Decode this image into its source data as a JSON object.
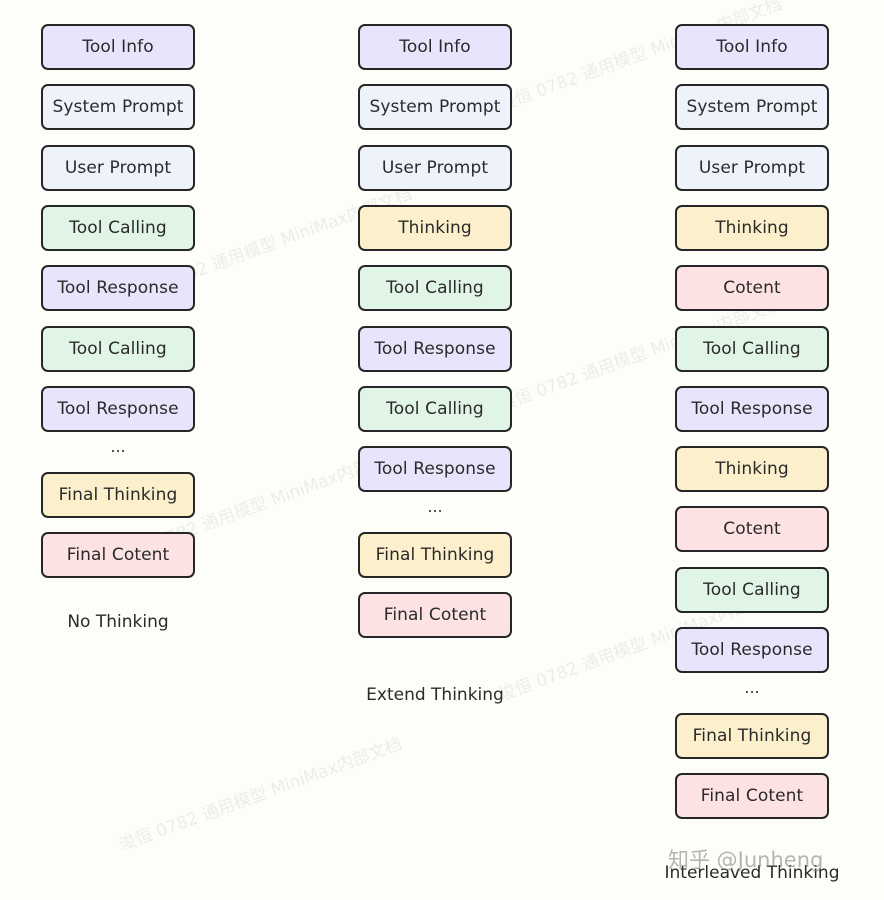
{
  "columns": [
    {
      "caption": "No Thinking",
      "items": [
        {
          "label": "Tool Info",
          "type": "tool-info"
        },
        {
          "label": "System Prompt",
          "type": "prompt"
        },
        {
          "label": "User Prompt",
          "type": "prompt"
        },
        {
          "label": "Tool Calling",
          "type": "tool-calling"
        },
        {
          "label": "Tool Response",
          "type": "tool-response"
        },
        {
          "label": "Tool Calling",
          "type": "tool-calling"
        },
        {
          "label": "Tool Response",
          "type": "tool-response"
        },
        {
          "label": "...",
          "type": "ellipsis"
        },
        {
          "label": "Final Thinking",
          "type": "thinking"
        },
        {
          "label": "Final Cotent",
          "type": "content"
        }
      ]
    },
    {
      "caption": "Extend Thinking",
      "items": [
        {
          "label": "Tool Info",
          "type": "tool-info"
        },
        {
          "label": "System Prompt",
          "type": "prompt"
        },
        {
          "label": "User Prompt",
          "type": "prompt"
        },
        {
          "label": "Thinking",
          "type": "thinking"
        },
        {
          "label": "Tool Calling",
          "type": "tool-calling"
        },
        {
          "label": "Tool Response",
          "type": "tool-response"
        },
        {
          "label": "Tool Calling",
          "type": "tool-calling"
        },
        {
          "label": "Tool Response",
          "type": "tool-response"
        },
        {
          "label": "...",
          "type": "ellipsis"
        },
        {
          "label": "Final Thinking",
          "type": "thinking"
        },
        {
          "label": "Final Cotent",
          "type": "content"
        }
      ]
    },
    {
      "caption": "Interleaved Thinking",
      "items": [
        {
          "label": "Tool Info",
          "type": "tool-info"
        },
        {
          "label": "System Prompt",
          "type": "prompt"
        },
        {
          "label": "User Prompt",
          "type": "prompt"
        },
        {
          "label": "Thinking",
          "type": "thinking"
        },
        {
          "label": "Cotent",
          "type": "content"
        },
        {
          "label": "Tool Calling",
          "type": "tool-calling"
        },
        {
          "label": "Tool Response",
          "type": "tool-response"
        },
        {
          "label": "Thinking",
          "type": "thinking"
        },
        {
          "label": "Cotent",
          "type": "content"
        },
        {
          "label": "Tool Calling",
          "type": "tool-calling"
        },
        {
          "label": "Tool Response",
          "type": "tool-response"
        },
        {
          "label": "...",
          "type": "ellipsis"
        },
        {
          "label": "Final Thinking",
          "type": "thinking"
        },
        {
          "label": "Final Cotent",
          "type": "content"
        }
      ]
    }
  ],
  "watermark": {
    "text": "浚恒 0782 通用模型 MiniMax内部文档"
  },
  "brand": {
    "text": "知乎 @Junheng"
  },
  "colors": {
    "tool_info": "#e8e4fb",
    "prompt": "#eef3fb",
    "tool_calling": "#e1f5e6",
    "thinking": "#fcf0cc",
    "content": "#fce2e2",
    "border": "#262626"
  }
}
